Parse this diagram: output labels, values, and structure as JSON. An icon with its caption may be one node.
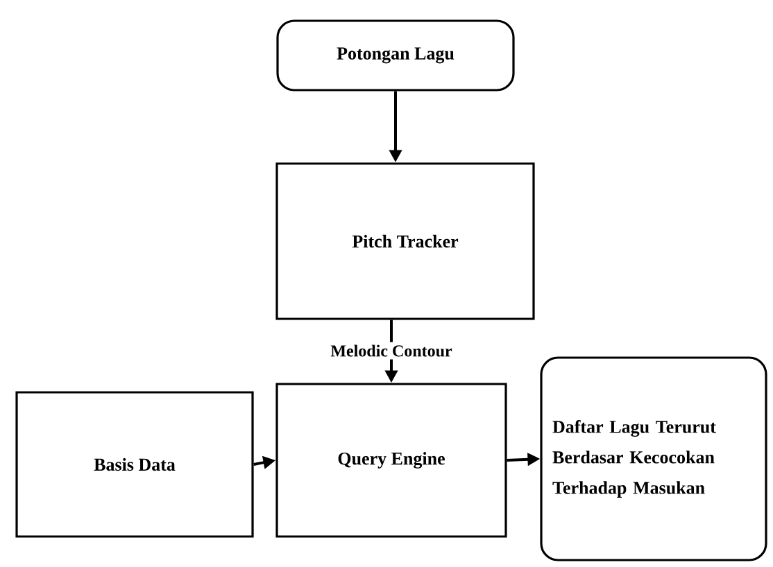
{
  "diagram": {
    "nodes": [
      {
        "text": [
          "Potongan Lagu"
        ]
      },
      {
        "text": [
          "Pitch Tracker"
        ]
      },
      {
        "text": [
          "Basis Data"
        ]
      },
      {
        "text": [
          "Query Engine"
        ]
      },
      {
        "text": [
          "Daftar Lagu Terurut Berdasar Kecocokan Terhadap Masukan"
        ]
      }
    ],
    "edges": [
      {
        "from": 0,
        "to": 1,
        "arrow": "to"
      },
      {
        "from": 1,
        "to": 3,
        "arrow": "to",
        "label": "Melodic Contour"
      },
      {
        "from": 2,
        "to": 3,
        "arrow": "to"
      },
      {
        "from": 3,
        "to": 4,
        "arrow": "to"
      }
    ]
  }
}
